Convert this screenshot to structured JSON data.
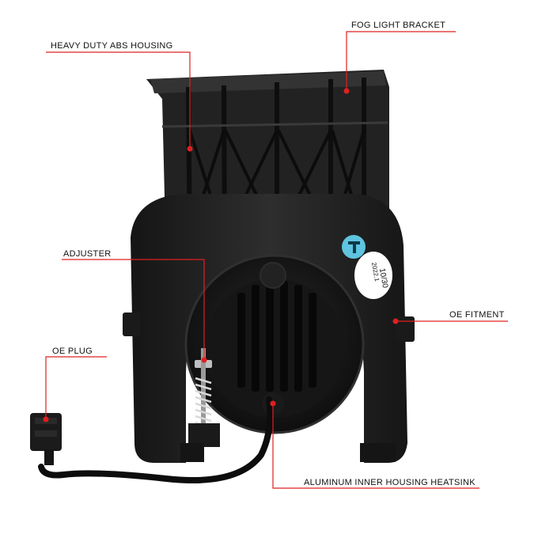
{
  "labels": {
    "housing": "HEAVY DUTY ABS HOUSING",
    "bracket": "FOG LIGHT BRACKET",
    "adjuster": "ADJUSTER",
    "oe_plug": "OE PLUG",
    "oe_fitment": "OE FITMENT",
    "heatsink": "ALUMINUM INNER HOUSING HEATSINK"
  },
  "sticker": {
    "line1": "2022.1",
    "line2": "10/30"
  },
  "colors": {
    "callout": "#e02020",
    "housing": "#1e1e1e",
    "badge": "#5ec4e0"
  }
}
